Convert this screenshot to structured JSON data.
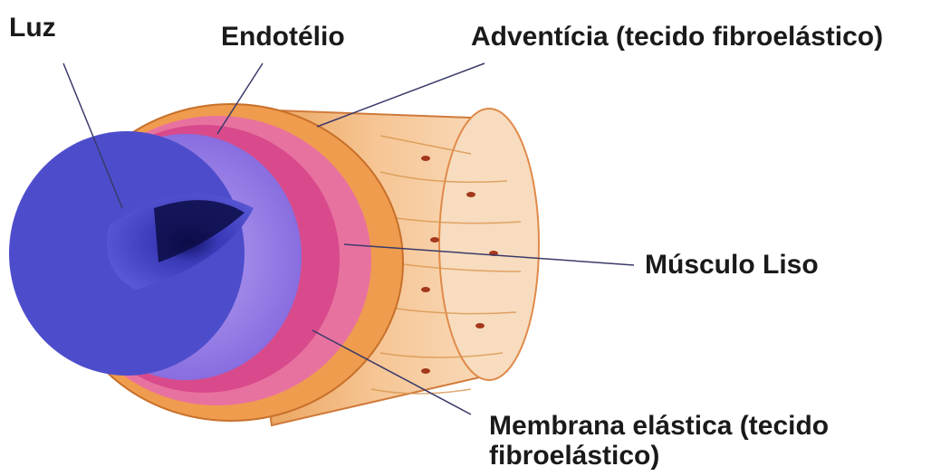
{
  "labels": {
    "luz": "Luz",
    "endotelio": "Endotélio",
    "adventicia": "Adventícia (tecido fibroelástico)",
    "musculo": "Músculo Liso",
    "membrana": "Membrana elástica (tecido fibroelástico)"
  },
  "colors": {
    "lumen": "#4a4ad0",
    "endothelium": "#8a6ae8",
    "elastic": "#e85aa0",
    "muscle": "#ea7fb8",
    "adventitia_outer": "#f0a85a",
    "adventitia_inner": "#f7d3ac",
    "leader": "#3a3a6a"
  }
}
